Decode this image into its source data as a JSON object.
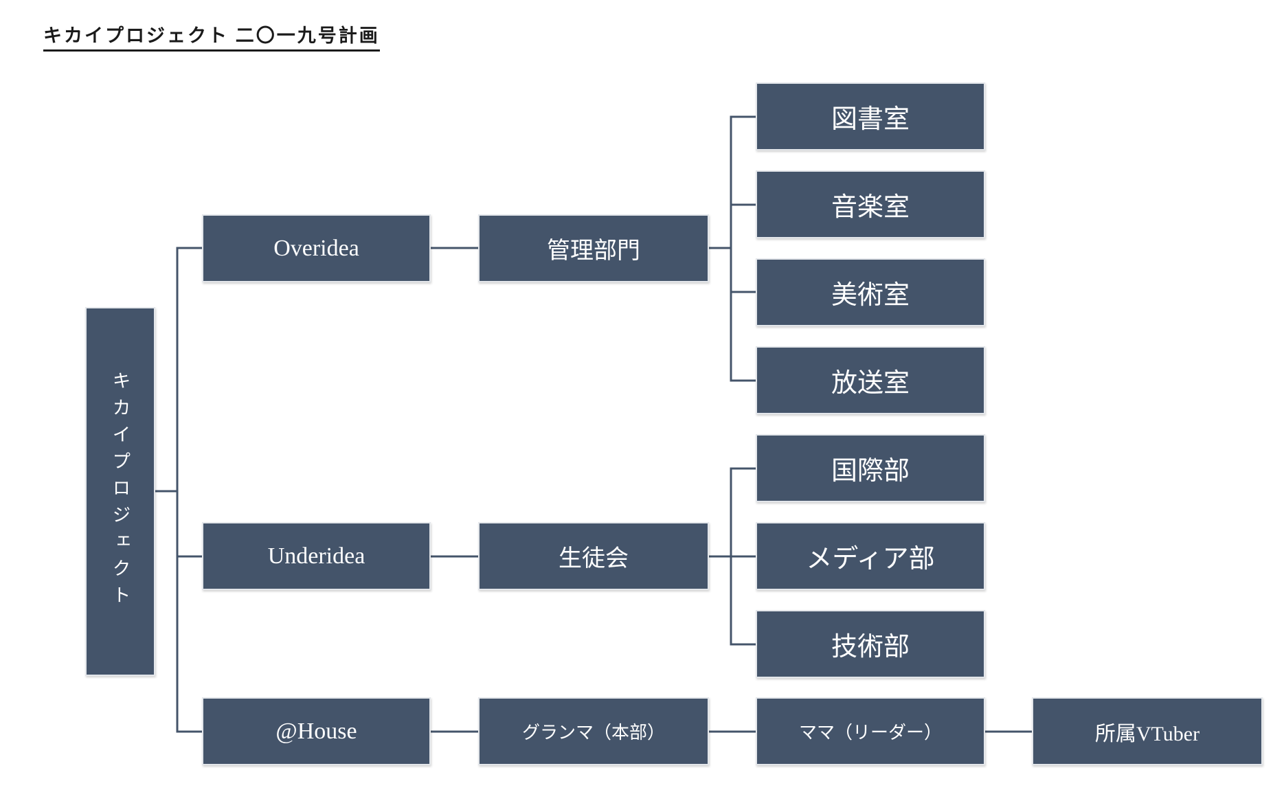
{
  "title": "キカイプロジェクト 二〇一九号計画",
  "colors": {
    "box_fill": "#44546a",
    "box_text": "#ffffff",
    "connector": "#44546a",
    "background": "#ffffff",
    "title_text": "#1a1a1a"
  },
  "nodes": {
    "root": {
      "label": "キカイプロジェクト"
    },
    "overidea": {
      "label": "Overidea"
    },
    "underidea": {
      "label": "Underidea"
    },
    "at_house": {
      "label": "@House"
    },
    "management": {
      "label": "管理部門"
    },
    "student_council": {
      "label": "生徒会"
    },
    "grandma_hq": {
      "label": "グランマ（本部）"
    },
    "library": {
      "label": "図書室"
    },
    "music": {
      "label": "音楽室"
    },
    "art": {
      "label": "美術室"
    },
    "broadcast": {
      "label": "放送室"
    },
    "international": {
      "label": "国際部"
    },
    "media": {
      "label": "メディア部"
    },
    "tech": {
      "label": "技術部"
    },
    "mama_leader": {
      "label": "ママ（リーダー）"
    },
    "vtuber": {
      "label": "所属VTuber"
    }
  },
  "hierarchy": {
    "キカイプロジェクト": [
      "Overidea",
      "Underidea",
      "@House"
    ],
    "Overidea": [
      "管理部門"
    ],
    "管理部門": [
      "図書室",
      "音楽室",
      "美術室",
      "放送室"
    ],
    "Underidea": [
      "生徒会"
    ],
    "生徒会": [
      "国際部",
      "メディア部",
      "技術部"
    ],
    "@House": [
      "グランマ（本部）"
    ],
    "グランマ（本部）": [
      "ママ（リーダー）"
    ],
    "ママ（リーダー）": [
      "所属VTuber"
    ]
  }
}
